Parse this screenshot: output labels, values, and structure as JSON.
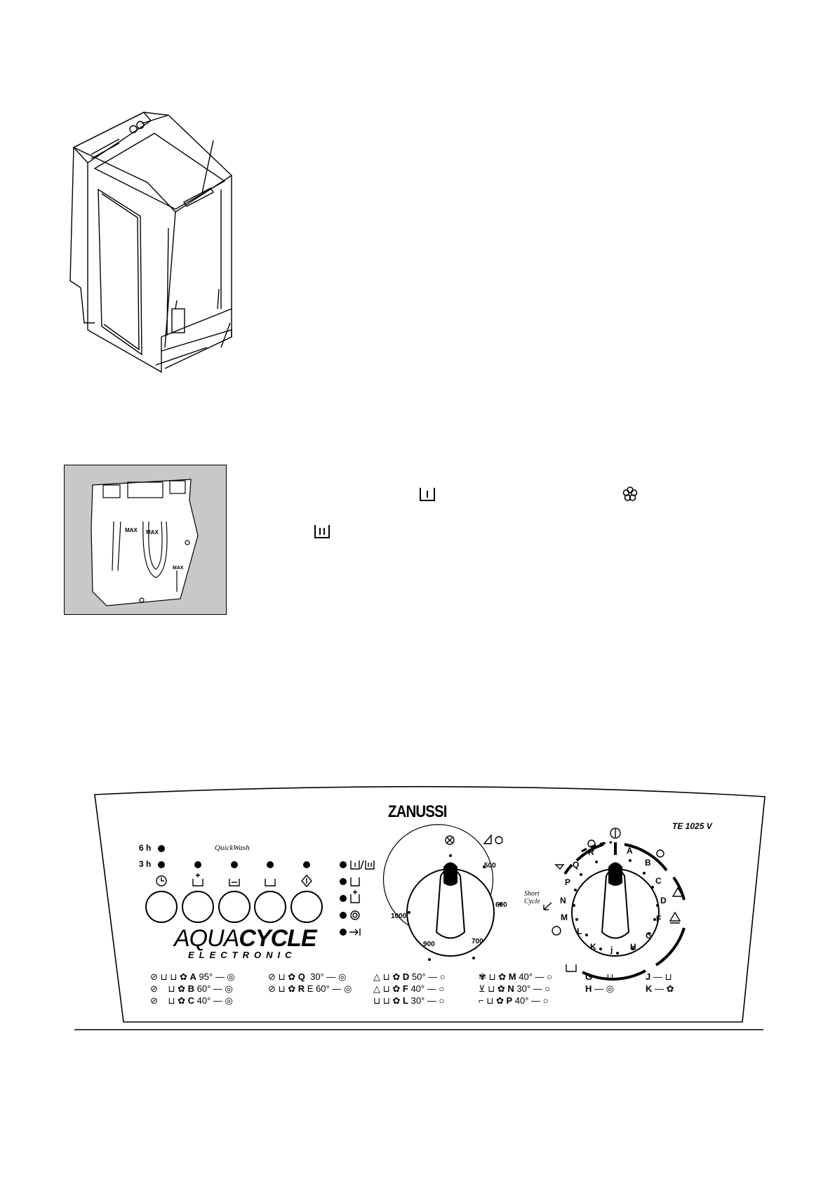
{
  "brand": "ZANUSSI",
  "model": "TE 1025 V",
  "logo": {
    "main_a": "AQUA",
    "main_b": "CYCLE",
    "sub": "ELECTRONIC"
  },
  "dispenser_labels": {
    "max1": "MAX",
    "max2": "MAX",
    "max3": "MAX"
  },
  "timer": {
    "h6": "6 h",
    "h3": "3 h",
    "quickwash": "QuickWash"
  },
  "buttons": [
    {
      "name": "delay-start",
      "icon": "clock-icon"
    },
    {
      "name": "extra-rinse",
      "icon": "tub-plus-icon"
    },
    {
      "name": "rinse-hold",
      "icon": "rinse-hold-icon"
    },
    {
      "name": "no-spin",
      "icon": "tub-icon"
    },
    {
      "name": "start",
      "icon": "start-icon"
    }
  ],
  "indicators": [
    {
      "icon": "prewash-wash-icon"
    },
    {
      "icon": "tub-icon"
    },
    {
      "icon": "tub-plus-icon"
    },
    {
      "icon": "spin-icon"
    },
    {
      "icon": "end-icon"
    }
  ],
  "spin_dial": {
    "labels": [
      "500",
      "600",
      "700",
      "900",
      "1000"
    ],
    "top_icons": [
      "no-spin-icon",
      "spin-reduce-icon"
    ]
  },
  "program_dial": {
    "letters": [
      "A",
      "B",
      "C",
      "D",
      "F",
      "G",
      "H",
      "j",
      "K",
      "L",
      "M",
      "N",
      "P",
      "Q",
      "R"
    ],
    "short_cycle_a": "Short",
    "short_cycle_b": "Cycle"
  },
  "program_table": {
    "col1": [
      {
        "letter": "A",
        "temp": "95°"
      },
      {
        "letter": "B",
        "temp": "60°"
      },
      {
        "letter": "C",
        "temp": "40°"
      }
    ],
    "col2": [
      {
        "letter": "Q",
        "temp": "30°"
      },
      {
        "letter": "R",
        "temp": "E 60°"
      }
    ],
    "col3": [
      {
        "letter": "D",
        "temp": "50°"
      },
      {
        "letter": "F",
        "temp": "40°"
      },
      {
        "letter": "L",
        "temp": "30°"
      }
    ],
    "col4": [
      {
        "letter": "M",
        "temp": "40°"
      },
      {
        "letter": "N",
        "temp": "30°"
      },
      {
        "letter": "P",
        "temp": "40°"
      }
    ],
    "col5": [
      {
        "letter": "G"
      },
      {
        "letter": "H"
      }
    ],
    "col6": [
      {
        "letter": "J"
      },
      {
        "letter": "K"
      }
    ]
  },
  "colors": {
    "panel_bg": "#ffffff",
    "dispenser_bg": "#c8c8c8",
    "ink": "#000000"
  }
}
